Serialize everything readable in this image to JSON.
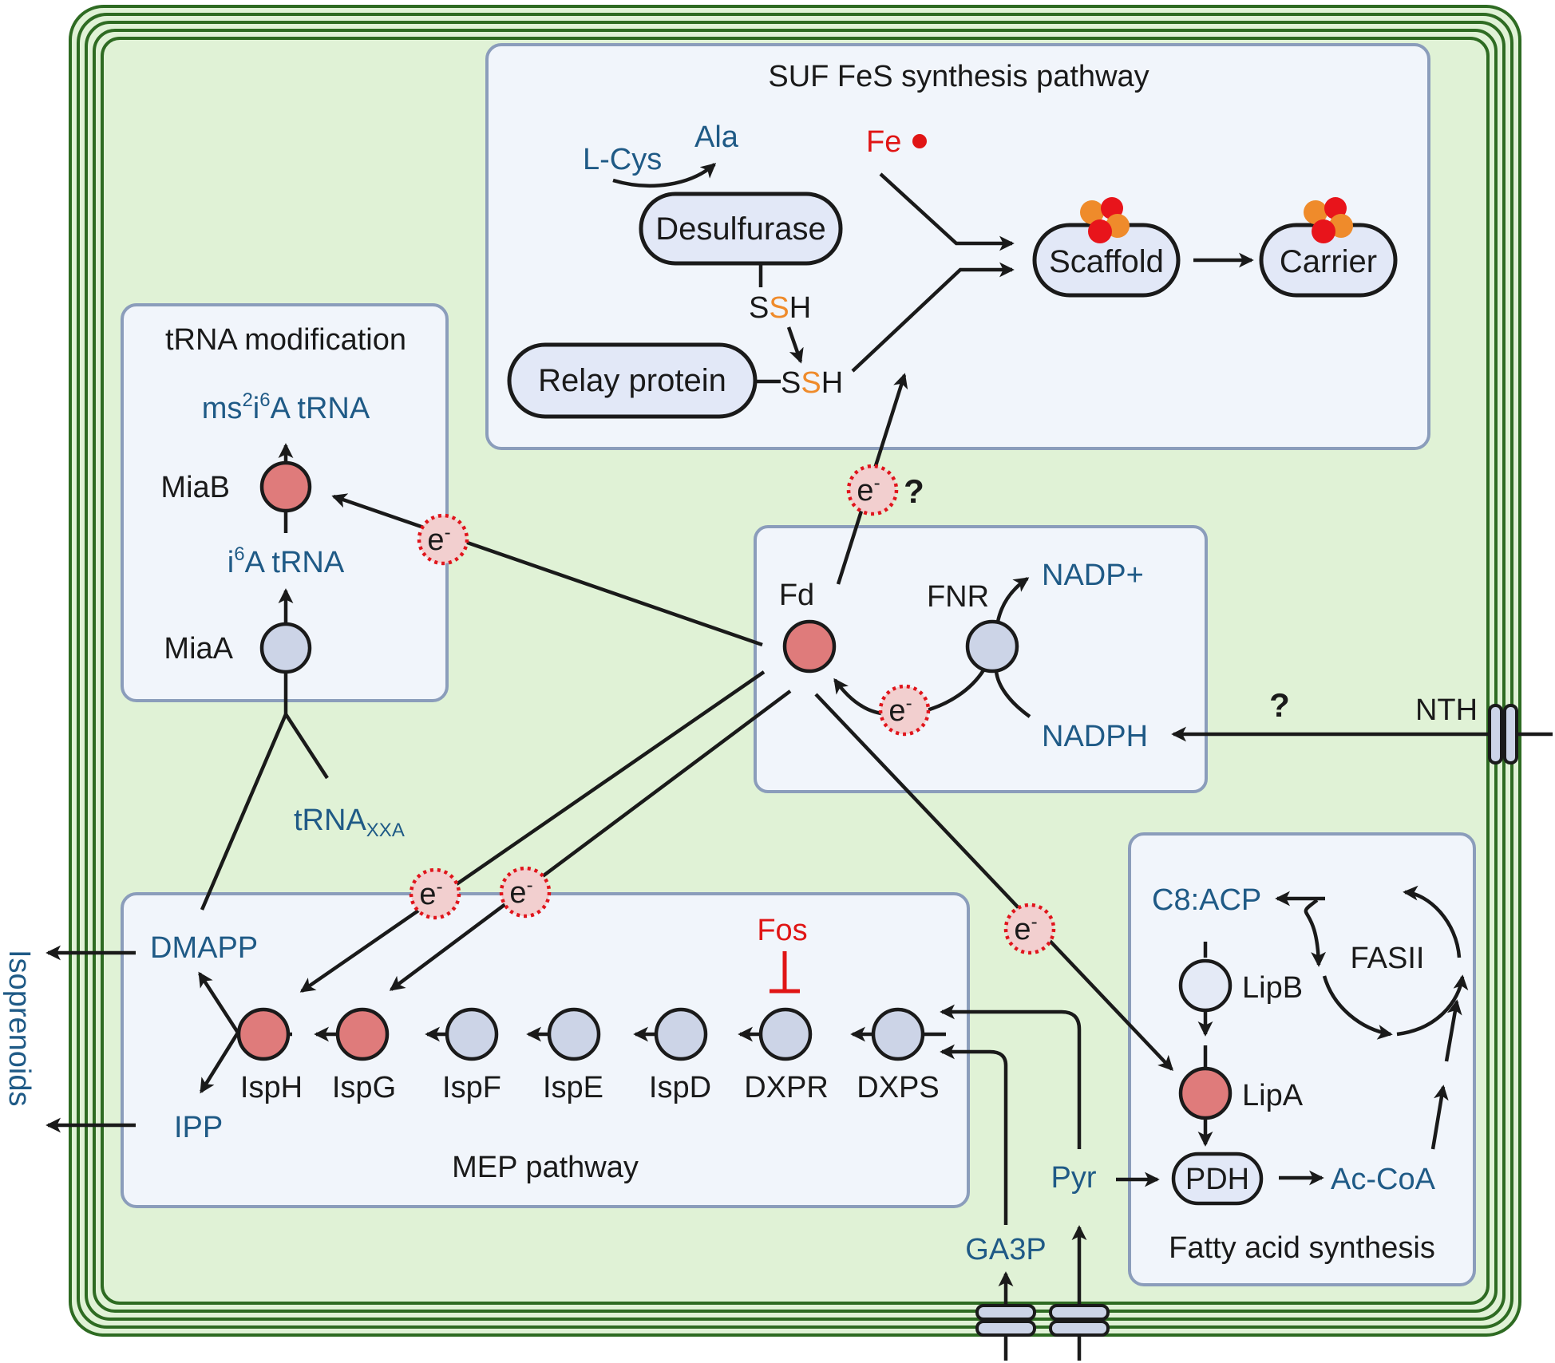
{
  "colors": {
    "cell_fill": "#e0f2d6",
    "membrane": "#2e6b22",
    "box_fill": "#f1f5fb",
    "box_stroke": "#8b9dbb",
    "enzyme_red": "#df7b7b",
    "enzyme_blue": "#ccd4e7",
    "electron_fill": "#f2cfcf",
    "electron_ring": "#e0151c",
    "text_blue": "#1f5a86",
    "text_red": "#e01515",
    "fes_orange": "#ef8b2b",
    "fes_red": "#e8141b"
  },
  "suf": {
    "title": "SUF FeS synthesis pathway",
    "l_cys": "L-Cys",
    "ala": "Ala",
    "fe": "Fe",
    "desulfurase": "Desulfurase",
    "relay_protein": "Relay protein",
    "scaffold": "Scaffold",
    "carrier": "Carrier",
    "ssh_s1": "S",
    "ssh_s2": "S",
    "ssh_h": "H"
  },
  "trna": {
    "title": "tRNA modification",
    "product_ms": "ms",
    "product_sup1": "2",
    "product_i": "i",
    "product_sup2": "6",
    "product_rest": "A tRNA",
    "miaB": "MiaB",
    "mid_i": "i",
    "mid_sup": "6",
    "mid_rest": "A tRNA",
    "miaA": "MiaA",
    "substrate": "tRNA",
    "substrate_sub": "XXA"
  },
  "fd_box": {
    "fd": "Fd",
    "fnr": "FNR",
    "nadp_plus": "NADP+",
    "nadph": "NADPH"
  },
  "electron": {
    "symbol": "e",
    "charge": "-",
    "question": "?"
  },
  "nth": "NTH",
  "mep": {
    "title": "MEP pathway",
    "dmapp": "DMAPP",
    "ipp": "IPP",
    "fos": "Fos",
    "enzymes": [
      "IspH",
      "IspG",
      "IspF",
      "IspE",
      "IspD",
      "DXPR",
      "DXPS"
    ]
  },
  "isoprenoids": "Isoprenoids",
  "ga3p": "GA3P",
  "pyr": "Pyr",
  "fas": {
    "title": "Fatty acid synthesis",
    "c8acp": "C8:ACP",
    "fasii": "FASII",
    "lipB": "LipB",
    "lipA": "LipA",
    "pdh": "PDH",
    "accoa": "Ac-CoA"
  }
}
